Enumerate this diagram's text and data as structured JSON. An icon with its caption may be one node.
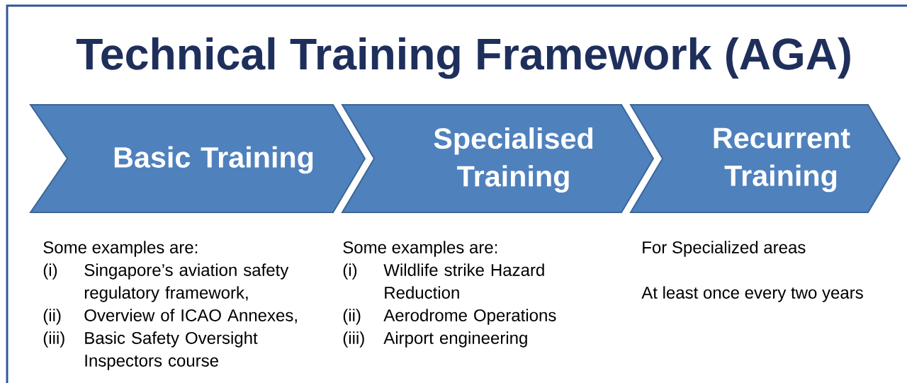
{
  "diagram": {
    "title": "Technical Training Framework (AGA)",
    "nodes": [
      {
        "text": [
          "Basic Training"
        ]
      },
      {
        "text": [
          "Specialised Training"
        ]
      },
      {
        "text": [
          "Recurrent Training"
        ]
      }
    ],
    "labels": [
      "Some examples are:",
      "(i)",
      "Singapore’s aviation safety regulatory framework,",
      "(ii)",
      "Overview of ICAO Annexes,",
      "(iii)",
      "Basic Safety Oversight Inspectors course",
      "Some examples are:",
      "(i)",
      "Wildlife strike Hazard Reduction",
      "(ii)",
      "Aerodrome Operations",
      "(iii)",
      "Airport engineering",
      "For Specialized areas",
      "At least once every two years"
    ]
  }
}
